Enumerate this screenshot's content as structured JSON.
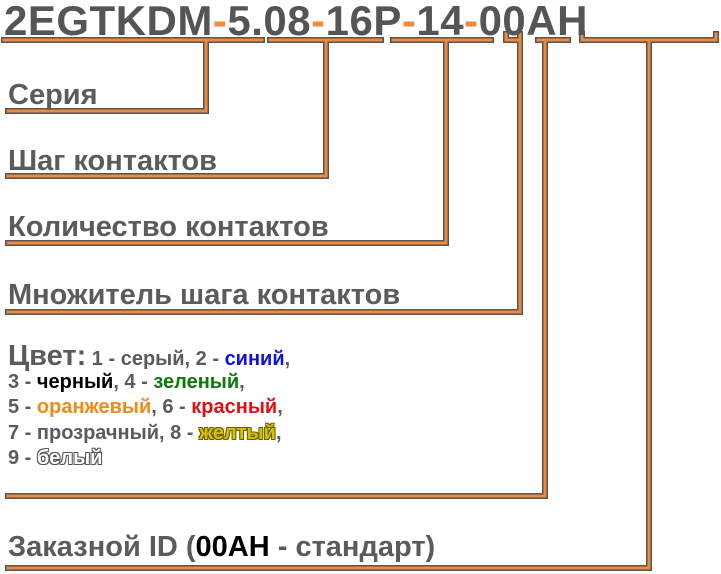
{
  "code": {
    "parts": [
      {
        "text": "2EGTKDM",
        "color": "#555555"
      },
      {
        "text": "-",
        "color": "#f08a3a"
      },
      {
        "text": "5.08",
        "color": "#555555"
      },
      {
        "text": "-",
        "color": "#f08a3a"
      },
      {
        "text": "16P",
        "color": "#555555"
      },
      {
        "text": "-",
        "color": "#f08a3a"
      },
      {
        "text": "14",
        "color": "#555555"
      },
      {
        "text": "-",
        "color": "#f08a3a"
      },
      {
        "text": "00AH",
        "color": "#555555"
      }
    ]
  },
  "labels": {
    "series": "Серия",
    "pitch": "Шаг контактов",
    "count": "Количество контактов",
    "multiplier": "Множитель шага контактов"
  },
  "colors": {
    "heading": "Цвет:",
    "rows": [
      [
        {
          "text": " 1 - серый, 2 - ",
          "color": "#5b5b5b"
        },
        {
          "text": "синий",
          "color": "#1010e0"
        },
        {
          "text": ",",
          "color": "#5b5b5b"
        }
      ],
      [
        {
          "text": "3 - ",
          "color": "#5b5b5b"
        },
        {
          "text": "черный",
          "color": "#000000"
        },
        {
          "text": ", 4 - ",
          "color": "#5b5b5b"
        },
        {
          "text": "зеленый",
          "color": "#0a7a0a"
        },
        {
          "text": ",",
          "color": "#5b5b5b"
        }
      ],
      [
        {
          "text": "5 - ",
          "color": "#5b5b5b"
        },
        {
          "text": "оранжевый",
          "color": "#f08a1a"
        },
        {
          "text": ", 6 - ",
          "color": "#5b5b5b"
        },
        {
          "text": "красный",
          "color": "#e01010"
        },
        {
          "text": ",",
          "color": "#5b5b5b"
        }
      ],
      [
        {
          "text": "7 - прозрачный, 8 - ",
          "color": "#5b5b5b"
        },
        {
          "text": "желтый",
          "color": "#d6c000",
          "style": "outline-yellow"
        },
        {
          "text": ",",
          "color": "#5b5b5b"
        }
      ],
      [
        {
          "text": "9 - ",
          "color": "#5b5b5b"
        },
        {
          "text": "белый",
          "color": "#ffffff",
          "style": "outline-white"
        }
      ]
    ]
  },
  "order": {
    "prefix": "Заказной ID (",
    "code": "00AH",
    "suffix": " - стандарт)",
    "prefix_color": "#5b5b5b",
    "code_color": "#000000"
  },
  "line_color": "#f08a3a",
  "line_outline": "#555555"
}
